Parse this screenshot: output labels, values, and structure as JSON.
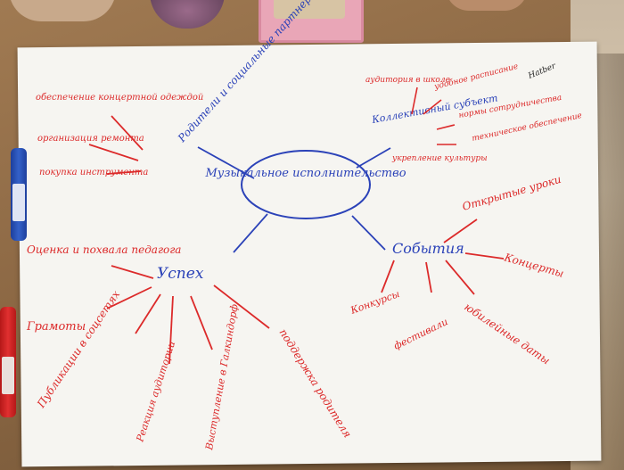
{
  "center": "Музыкальное исполнительство",
  "branches": {
    "parents": "Родители и социальные партнеры",
    "collective": "Коллективный субъект",
    "success": "Успех",
    "events": "События"
  },
  "parents_items": [
    "обеспечение концертной одеждой",
    "организация ремонта",
    "покупка инструмента"
  ],
  "collective_items": [
    "аудитория в школе",
    "удобное расписание",
    "нормы сотрудничества",
    "укрепление культуры",
    "техническое обеспечение"
  ],
  "success_items": [
    "Оценка и похвала педагога",
    "Грамоты",
    "Публикации в соцсетях",
    "Реакция аудитории",
    "Выступление в Галкиндорф",
    "поддержка родителя"
  ],
  "events_items": [
    "Открытые уроки",
    "Концерты",
    "Конкурсы",
    "фестивали",
    "юбилейные даты"
  ],
  "brand_mark": "Hatber",
  "colors": {
    "blue": "#2b42b8",
    "red": "#dc2a2a",
    "paper": "#f6f5f1"
  }
}
